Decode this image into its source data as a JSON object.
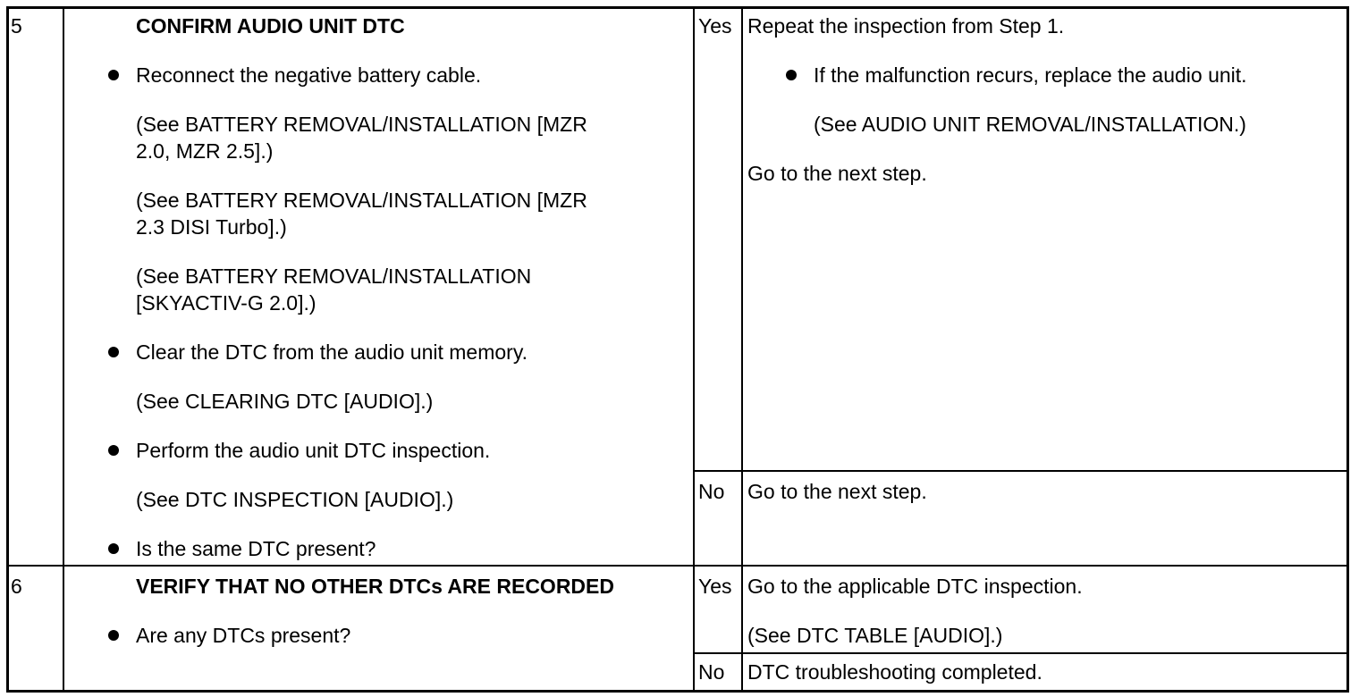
{
  "rows": [
    {
      "step": "5",
      "title": "CONFIRM AUDIO UNIT DTC",
      "bullets": [
        "Reconnect the negative battery cable.",
        "Clear the DTC from the audio unit memory.",
        "Perform the audio unit DTC inspection.",
        "Is the same DTC present?"
      ],
      "refs": [
        "(See BATTERY REMOVAL/INSTALLATION [MZR",
        "2.0, MZR 2.5].)",
        "(See BATTERY REMOVAL/INSTALLATION [MZR",
        "2.3 DISI Turbo].)",
        "(See BATTERY REMOVAL/INSTALLATION",
        "[SKYACTIV-G 2.0].)",
        "(See CLEARING DTC [AUDIO].)",
        "(See ",
        "DTC INSPECTION",
        " [AUDIO].)"
      ],
      "yes_label": "Yes",
      "yes_action": "Repeat the inspection from Step 1.",
      "yes_bullet": "If the malfunction recurs, replace the audio unit.",
      "yes_ref": "(See AUDIO UNIT REMOVAL/INSTALLATION.)",
      "yes_next": "Go to the next step.",
      "no_label": "No",
      "no_action": "Go to the next step."
    },
    {
      "step": "6",
      "title": "VERIFY THAT NO OTHER DTCs ARE RECORDED",
      "bullet": "Are any DTCs present?",
      "yes_label": "Yes",
      "yes_action": "Go to the applicable DTC inspection.",
      "yes_ref": "(See DTC TABLE [AUDIO].)",
      "no_label": "No",
      "no_action": "DTC troubleshooting completed."
    }
  ]
}
